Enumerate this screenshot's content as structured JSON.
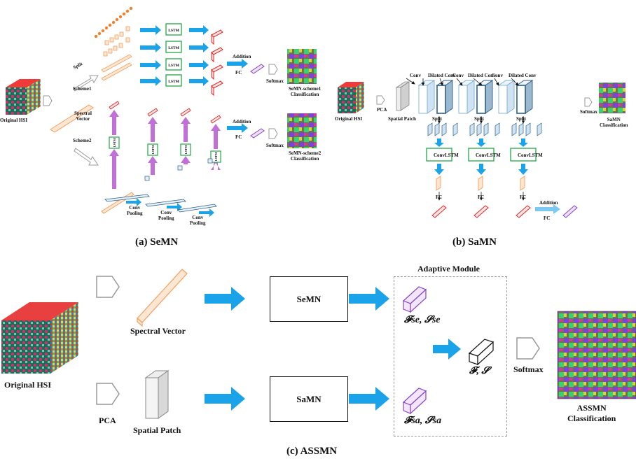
{
  "panel_a": {
    "caption": "(a) SeMN",
    "input_label": "Original HSI",
    "split_label": "Split",
    "scheme1_label": "Scheme1",
    "scheme2_label": "Scheme2",
    "spectral_vector_label": "Spectral\nVector",
    "lstm_label": "LSTM",
    "addition_label": "Addition",
    "fc_label": "FC",
    "softmax_label": "Softmax",
    "conv_pooling_label": "Conv\nPooling",
    "result1_label": "SeMN-scheme1\nClassification",
    "result2_label": "SeMN-scheme2\nClassification"
  },
  "panel_b": {
    "caption": "(b) SaMN",
    "input_label": "Original HSI",
    "pca_label": "PCA",
    "spatial_patch_label": "Spatial Patch",
    "conv_label": "Conv",
    "dilated_conv_label": "Dilated Conv",
    "split_label": "Split",
    "convlstm_label": "ConvLSTM",
    "fc_label": "FC",
    "addition_label": "Addition",
    "softmax_label": "Softmax",
    "result_label": "SaMN\nClassification"
  },
  "panel_c": {
    "caption": "(c) ASSMN",
    "input_label": "Original HSI",
    "pca_label": "PCA",
    "spectral_vector_label": "Spectral Vector",
    "spatial_patch_label": "Spatial Patch",
    "semn_label": "SeMN",
    "samn_label": "SaMN",
    "adaptive_module_label": "Adaptive Module",
    "f_se_label": "𝓕se, 𝓢se",
    "f_sa_label": "𝓕sa, 𝓢sa",
    "f_label": "𝓕, 𝓢",
    "softmax_label": "Softmax",
    "result_label": "ASSMN\nClassification"
  },
  "colors": {
    "arrow_blue": "#1aa3e8",
    "lstm_green": "#22a845",
    "red": "#e02828",
    "orange": "#f0a060",
    "purple": "#8a44c8",
    "magenta_arrow": "#c070d8",
    "conv_blue": "#2c5f86"
  }
}
